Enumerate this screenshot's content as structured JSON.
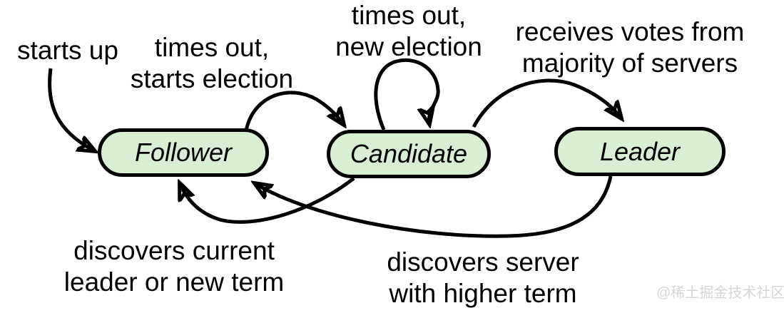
{
  "states": {
    "follower": {
      "name": "Follower"
    },
    "candidate": {
      "name": "Candidate"
    },
    "leader": {
      "name": "Leader"
    }
  },
  "transitions": [
    {
      "from": "(start)",
      "to": "Follower",
      "label": "starts up"
    },
    {
      "from": "Follower",
      "to": "Candidate",
      "label": "times out,\nstarts election"
    },
    {
      "from": "Candidate",
      "to": "Candidate",
      "label": "times out,\nnew election"
    },
    {
      "from": "Candidate",
      "to": "Leader",
      "label": "receives votes from\nmajority of servers"
    },
    {
      "from": "Candidate",
      "to": "Follower",
      "label": "discovers current\nleader or new term"
    },
    {
      "from": "Leader",
      "to": "Follower",
      "label": "discovers server\nwith higher term"
    }
  ],
  "watermark": {
    "text": "@稀土掘金技术社区"
  },
  "colors": {
    "state_fill": "#d8efd3",
    "line": "#000000",
    "watermark": "#d6d6d6"
  }
}
